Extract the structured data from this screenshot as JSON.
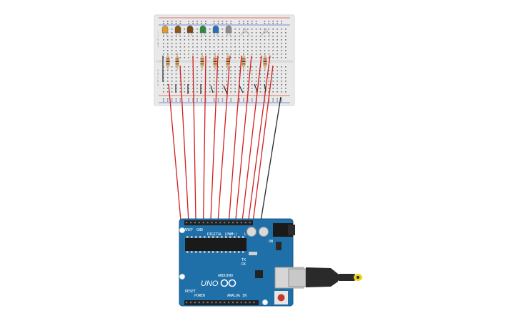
{
  "canvas": {
    "background": "#ffffff"
  },
  "breadboard": {
    "color": "#e9e9e9",
    "rail_red": "#d94a4a",
    "rail_blue": "#4a6fd9",
    "row_letters_top": [
      "j",
      "i",
      "h",
      "g",
      "f"
    ],
    "row_letters_bottom": [
      "e",
      "d",
      "c",
      "b",
      "a"
    ]
  },
  "leds": [
    {
      "color_name": "orange",
      "color": "#e39a2c"
    },
    {
      "color_name": "brown",
      "color": "#8a5a1a"
    },
    {
      "color_name": "brown",
      "color": "#7a4a14"
    },
    {
      "color_name": "green",
      "color": "#2e8b3a"
    },
    {
      "color_name": "blue",
      "color": "#2a6fb3"
    },
    {
      "color_name": "gray",
      "color": "#8c8c8c"
    },
    {
      "color_name": "clear",
      "color": "#d8d8d8"
    },
    {
      "color_name": "clear",
      "color": "#d8d8d8"
    }
  ],
  "wires": {
    "signal_color": "#d21f1f",
    "ground_color": "#2a2a2a",
    "count": 11
  },
  "arduino": {
    "board_color": "#1f6fa8",
    "model": "UNO",
    "brand_text": "ARDUINO",
    "digital_header_label": "DIGITAL (PWM~)",
    "power_header_label": "POWER",
    "analog_header_label": "ANALOG IN",
    "aref_label": "AREF",
    "gnd_label": "GND",
    "on_label": "ON",
    "tx_label": "TX",
    "rx_label": "RX",
    "l_label": "L",
    "reset_label": "RESET"
  },
  "usb_cable": {
    "color": "#2a2a2a",
    "connector_color": "#c8c8c8",
    "tip_color": "#e8d21a"
  }
}
